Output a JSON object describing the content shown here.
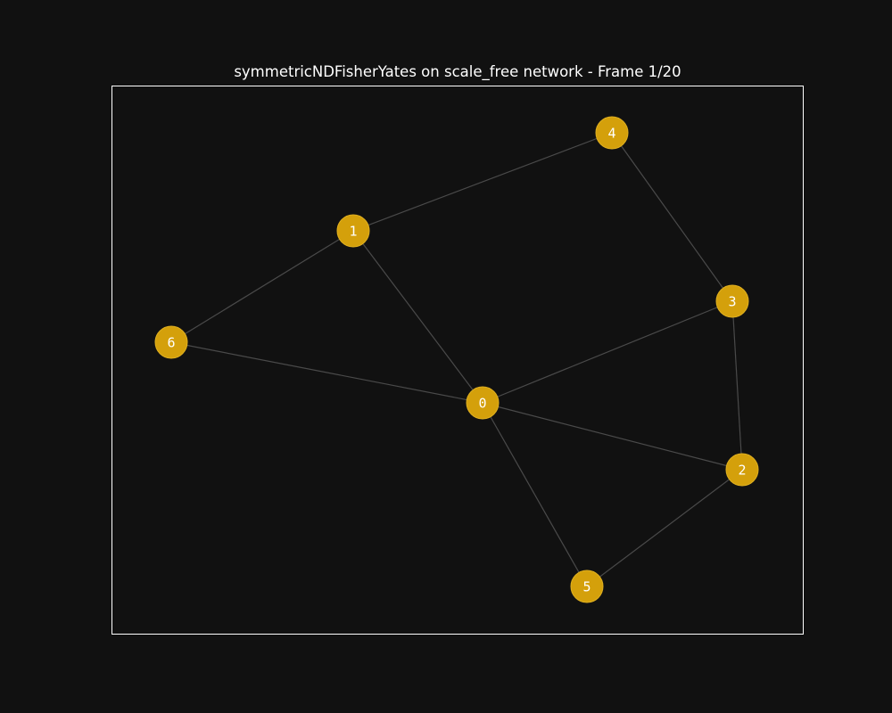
{
  "title": "symmetricNDFisherYates on scale_free network - Frame 1/20",
  "colors": {
    "background": "#111111",
    "node": "#d4a00b",
    "edge": "#4a4a4a",
    "frame": "#ffffff",
    "label": "#ffffff"
  },
  "graph": {
    "nodes": [
      {
        "id": 0,
        "label": "0"
      },
      {
        "id": 1,
        "label": "1"
      },
      {
        "id": 2,
        "label": "2"
      },
      {
        "id": 3,
        "label": "3"
      },
      {
        "id": 4,
        "label": "4"
      },
      {
        "id": 5,
        "label": "5"
      },
      {
        "id": 6,
        "label": "6"
      }
    ],
    "edges": [
      [
        1,
        4
      ],
      [
        4,
        3
      ],
      [
        1,
        6
      ],
      [
        1,
        0
      ],
      [
        6,
        0
      ],
      [
        0,
        3
      ],
      [
        0,
        2
      ],
      [
        0,
        5
      ],
      [
        3,
        2
      ],
      [
        2,
        5
      ]
    ]
  }
}
